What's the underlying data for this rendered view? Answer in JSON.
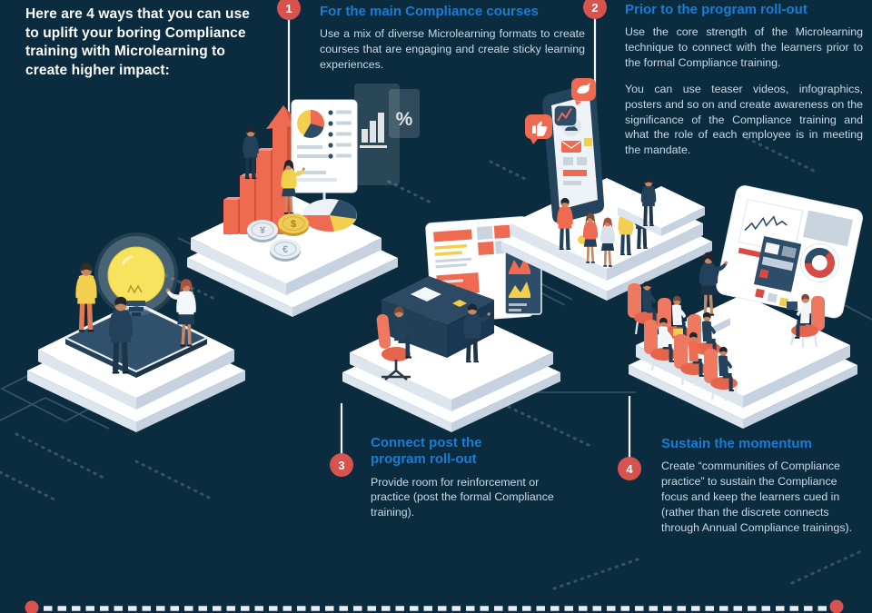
{
  "colors": {
    "background": "#0b2c3f",
    "heading_blue": "#1b7cd4",
    "body_text": "#c9d8e4",
    "marker_red": "#d8524e",
    "accent_salmon": "#ee6a50",
    "accent_yellow": "#f2cf4c",
    "platform_white": "#ffffff",
    "navy_dark": "#24415c"
  },
  "intro": {
    "text": "Here are 4 ways that you can use to uplift your boring Compliance training with Microlearning to create higher impact:"
  },
  "sections": [
    {
      "number": "1",
      "title": "For the main Compliance courses",
      "paragraphs": [
        "Use a mix of diverse Microlearning formats to create courses that are engaging and create sticky learning experiences."
      ]
    },
    {
      "number": "2",
      "title": "Prior to the program roll-out",
      "paragraphs": [
        "Use the core strength of the Microlearning technique to connect with the learners prior to the formal Compliance training.",
        "You can use teaser videos, infographics, posters and so on and create awareness on the significance of the Compliance training and what the role of each employee is in meeting the mandate."
      ]
    },
    {
      "number": "3",
      "title": "Connect post the program roll-out",
      "paragraphs": [
        "Provide room for reinforcement or practice (post the formal Compliance training)."
      ]
    },
    {
      "number": "4",
      "title": "Sustain the momentum",
      "paragraphs": [
        "Create “communities of Compliance practice” to sustain the Compliance focus and keep the learners cued in (rather than the discrete connects through Annual Compliance trainings)."
      ]
    }
  ],
  "illustration": {
    "symbols": {
      "percent": "%",
      "yen": "¥",
      "dollar": "$",
      "euro": "€"
    },
    "scenes": [
      {
        "name": "idea-lightbulb-team"
      },
      {
        "name": "growth-charts-presentation"
      },
      {
        "name": "office-desk-collaboration"
      },
      {
        "name": "mobile-app-engagement"
      },
      {
        "name": "classroom-training-session"
      }
    ]
  }
}
